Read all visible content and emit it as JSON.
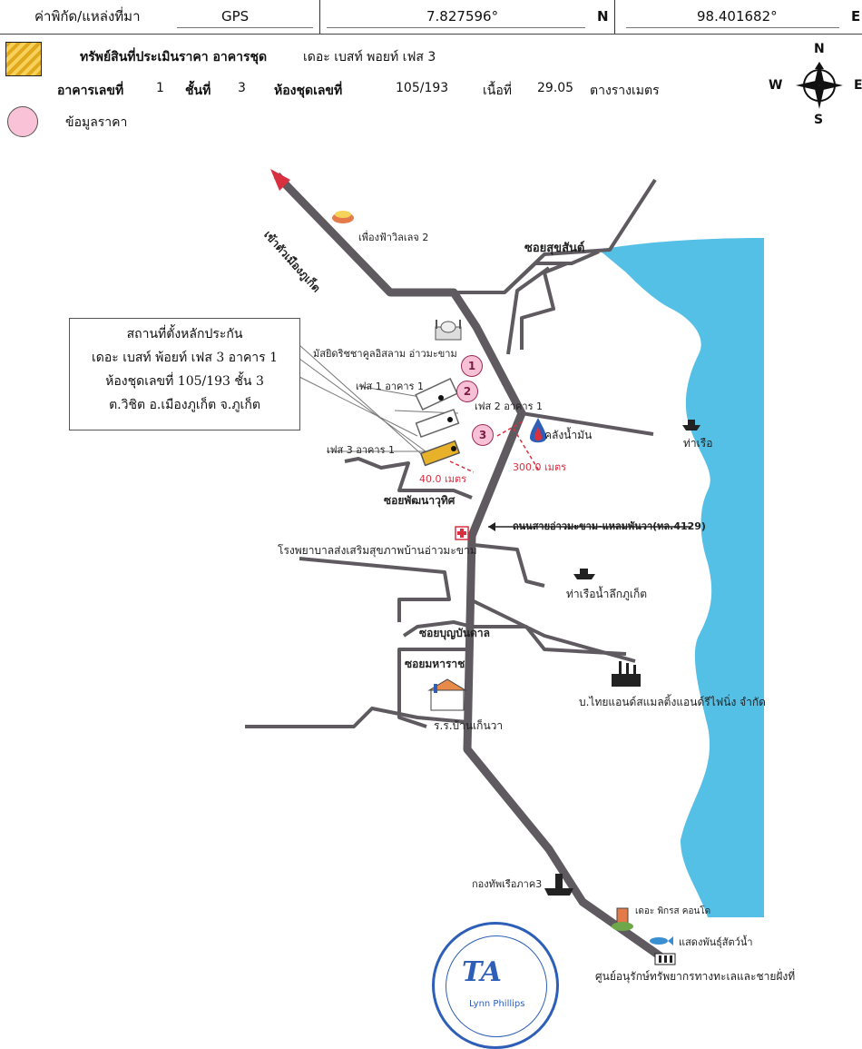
{
  "header": {
    "coord_label": "ค่าพิกัด/แหล่งที่มา",
    "source": "GPS",
    "lat": "7.827596°",
    "lat_dir": "N",
    "lon": "98.401682°",
    "lon_dir": "E"
  },
  "legend": {
    "property_label": "ทรัพย์สินที่ประเมินราคา อาคารชุด",
    "property_name": "เดอะ เบสท์  พอยท์ เฟส 3",
    "building_label": "อาคารเลขที่",
    "building_no": "1",
    "floor_label": "ชั้นที่",
    "floor_no": "3",
    "unit_label": "ห้องชุดเลขที่",
    "unit_no": "105/193",
    "area_label": "เนื้อที่",
    "area_value": "29.05",
    "area_unit": "ตางรางเมตร",
    "price_info_label": "ข้อมูลราคา"
  },
  "compass": {
    "n": "N",
    "s": "S",
    "w": "W",
    "e": "E"
  },
  "infobox": {
    "line1": "สถานที่ตั้งหลักประกัน",
    "line2": "เดอะ เบสท์ พ้อยท์ เฟส 3 อาคาร 1",
    "line3": "ห้องชุดเลขที่ 105/193 ชั้น 3",
    "line4": "ต.วิชิต อ.เมืองภูเก็ต  จ.ภูเก็ต"
  },
  "map_labels": {
    "to_city": "เข้าตัวเมืองภูเก็ต",
    "restaurant": "เพื่องฟ้าวิลเลจ 2",
    "soi_suksan": "ซอยสุขสันต์",
    "mosque": "มัสยิดริชชาคูลอิสลาม อ่าวมะขาม",
    "phase1": "เฟส 1 อาคาร 1",
    "phase2": "เฟส 2 อาคาร 1",
    "phase3": "เฟส 3 อาคาร 1",
    "oil_depot": "คลังน้ำมัน",
    "pier": "ท่าเรือ",
    "dist_40": "40.0 เมตร",
    "dist_300": "300.0 เมตร",
    "soi_phatthana": "ซอยพัฒนาวุทิศ",
    "main_road": "ถนนสายอ่าวมะขาม-แหลมพันวา(ทล.4129)",
    "hospital": "โรงพยาบาลส่งเสริมสุขภาพบ้านอ่าวมะขาม",
    "deep_port": "ท่าเรือน้ำลึกภูเก็ต",
    "soi_bunyakul": "ซอยบุญบันดาล",
    "soi_mahasarakham": "ซอยมหาราช",
    "factory": "บ.ไทยแอนด์สแมลติ้งแอนด์รีไฟนิ่ง จำกัด",
    "school": "ร.ร.บ้านเก็นวา",
    "navy": "กองทัพเรือภาค3",
    "condo": "เดอะ พิกรส คอนโด",
    "aquarium": "แสดงพันธุ์สัตว์น้ำ",
    "marine_center": "ศูนย์อนุรักษ์ทรัพยากรทางทะเลและชายฝั่งที่",
    "pin1": "1",
    "pin2": "2",
    "pin3": "3"
  },
  "stamp": {
    "logo_text": "TA",
    "name": "Lynn Phillips"
  },
  "colors": {
    "road": "#5f5a60",
    "sea": "#42b9e3",
    "pink": "#f7c0d5",
    "hatch": "#e8b12a",
    "stamp": "#2e5fb8"
  }
}
